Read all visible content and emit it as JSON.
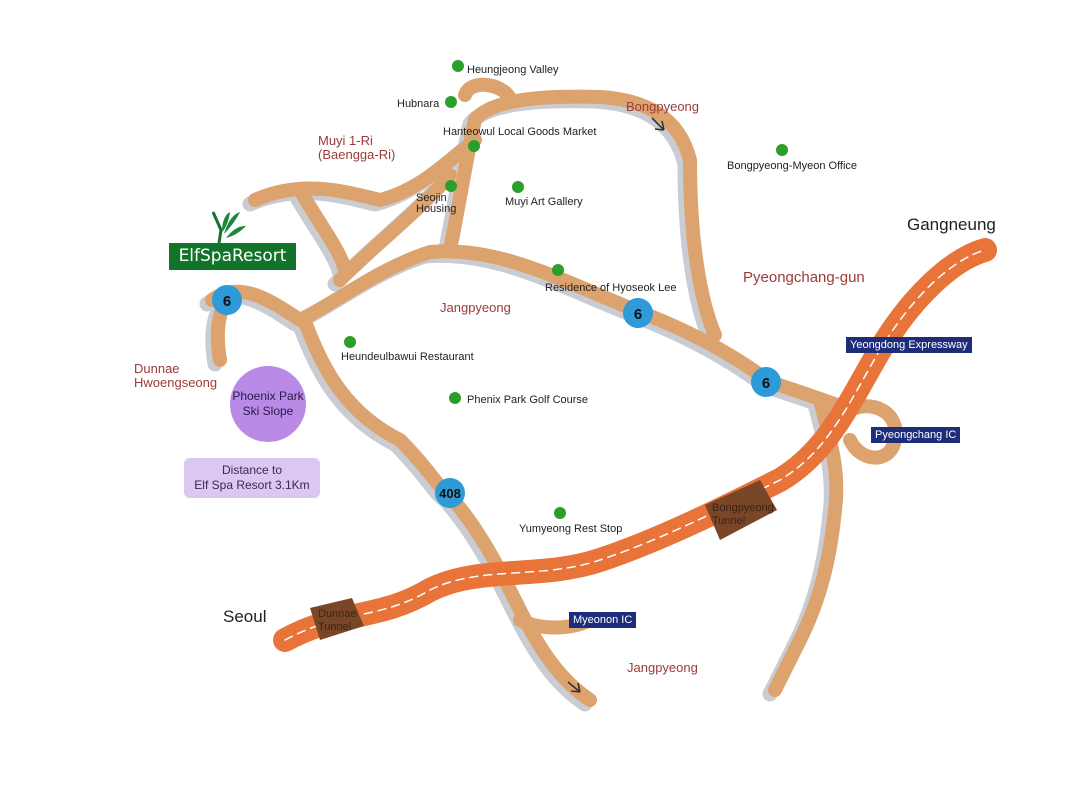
{
  "colors": {
    "road": "#dca36e",
    "road_shadow": "#c9ccd2",
    "expressway": "#e8743a",
    "tunnel": "#7a4628",
    "shield": "#2e9ad8",
    "poi_dot": "#2aa02a",
    "region_text": "#9b3a3a",
    "ic_box": "#1e2d7a",
    "logo_bg": "#12742a",
    "ski_circle": "#b98ae6",
    "distance_bg": "#dcc6f2"
  },
  "logo": {
    "text": "ElfSpaResort",
    "icon": "leaf-logo-icon"
  },
  "cities": {
    "gangneung": "Gangneung",
    "seoul": "Seoul"
  },
  "regions": {
    "bongpyeong": "Bongpyeong",
    "muyi_line1": "Muyi 1-Ri",
    "muyi_line2": "(Baengga-Ri)",
    "jangpyeong_center": "Jangpyeong",
    "jangpyeong_south": "Jangpyeong",
    "pyeongchang_gun": "Pyeongchang-gun",
    "dunnae_line1": "Dunnae",
    "dunnae_line2": "Hwoengseong"
  },
  "poi": {
    "heungjeong": "Heungjeong Valley",
    "hubnara": "Hubnara",
    "hanteowul": "Hanteowul Local Goods Market",
    "seojin_line1": "Seojin",
    "seojin_line2": "Housing",
    "muyi_gallery": "Muyi Art Gallery",
    "bongpyeong_office": "Bongpyeong-Myeon Office",
    "hyoseok": "Residence of Hyoseok Lee",
    "heundeul": "Heundeulbawui Restaurant",
    "phenix_golf": "Phenix Park Golf Course",
    "yumyeong": "Yumyeong Rest Stop"
  },
  "routes": {
    "r6_a": "6",
    "r6_b": "6",
    "r6_c": "6",
    "r408": "408"
  },
  "interchanges": {
    "expressway": "Yeongdong Expressway",
    "pyeongchang_ic": "Pyeongchang IC",
    "myeonon_ic": "Myeonon IC"
  },
  "tunnels": {
    "dunnae_line1": "Dunnae",
    "dunnae_line2": "Tunnel",
    "bongpyeong_line1": "Bongpyeong",
    "bongpyeong_line2": "Tunnel"
  },
  "ski": {
    "line1": "Phoenix Park",
    "line2": "Ski Slope"
  },
  "distance": {
    "line1": "Distance to",
    "line2": "Elf Spa Resort 3.1Km"
  }
}
